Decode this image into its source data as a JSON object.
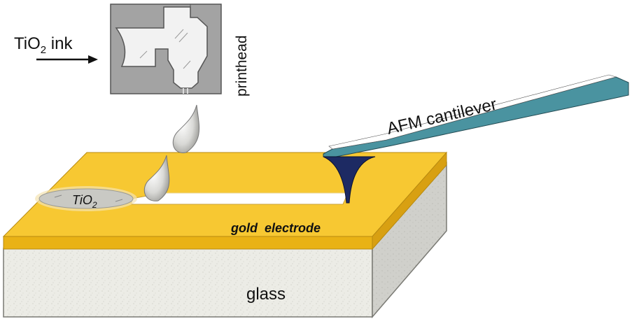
{
  "labels": {
    "ink_main": "TiO",
    "ink_sub": "2",
    "ink_suffix": " ink",
    "printhead": "printhead",
    "cantilever": "AFM cantilever",
    "spot_main": "TiO",
    "spot_sub": "2",
    "electrode": "gold  electrode",
    "substrate": "glass"
  },
  "colors": {
    "gold_top": "#F7C832",
    "gold_front": "#E9B215",
    "glass_front": "#EDEDE7",
    "glass_side": "#CFCFCA",
    "cantilever": "#4A93A0",
    "tip": "#1D2A63",
    "printhead_body": "#9E9E9E",
    "printhead_channel": "#F2F2F2"
  }
}
